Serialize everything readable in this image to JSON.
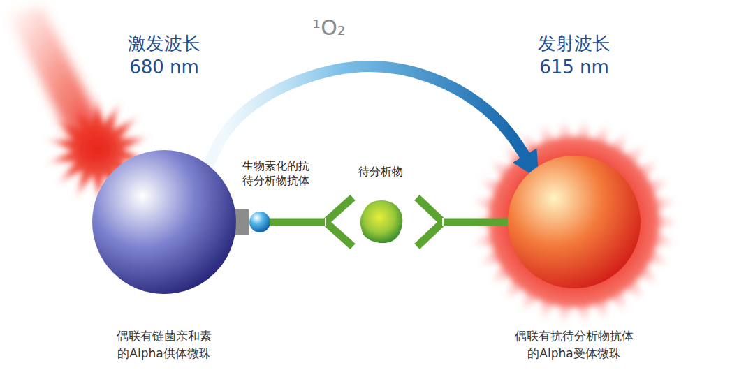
{
  "diagram": {
    "nodes": [
      {
        "text": [
          "偶联有链菌亲和素 的Alpha供体微珠"
        ]
      },
      {
        "text": [
          "偶联有抗待分析物抗体 的Alpha受体微珠"
        ]
      }
    ],
    "edges": [
      {
        "from": 0,
        "to": 1,
        "arrow": "to",
        "label": "¹O₂"
      }
    ],
    "labels": [
      "激发波长 680 nm",
      "发射波长 615 nm",
      "生物素化的抗 待分析物抗体",
      "待分析物"
    ]
  }
}
